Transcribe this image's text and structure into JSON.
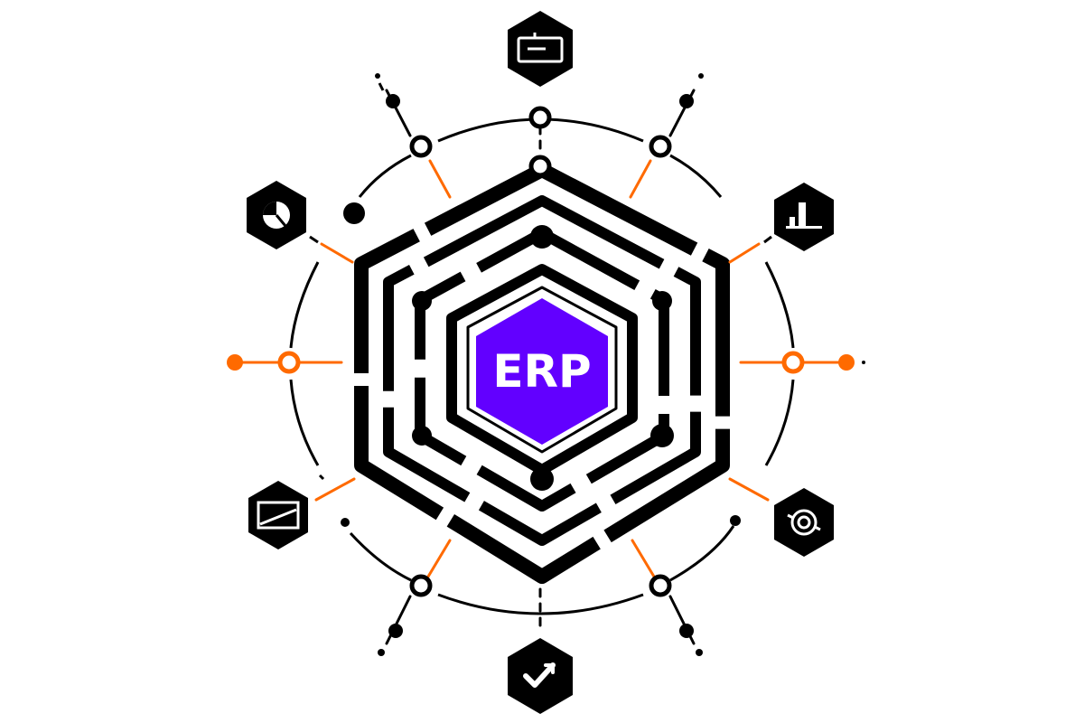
{
  "diagram": {
    "center": {
      "label": "ERP"
    },
    "colors": {
      "ink": "#000000",
      "accent": "#ff6a00",
      "center_fill": "#6200ff",
      "background": "#ffffff"
    },
    "modules": [
      {
        "icon": "document-tray-icon",
        "position": "top"
      },
      {
        "icon": "bar-chart-icon",
        "position": "upper-right"
      },
      {
        "icon": "gear-icon",
        "position": "lower-right"
      },
      {
        "icon": "checkmark-arrow-icon",
        "position": "bottom"
      },
      {
        "icon": "trend-line-icon",
        "position": "lower-left"
      },
      {
        "icon": "pie-chart-icon",
        "position": "upper-left"
      }
    ],
    "accent_nodes": [
      "left",
      "right"
    ]
  }
}
